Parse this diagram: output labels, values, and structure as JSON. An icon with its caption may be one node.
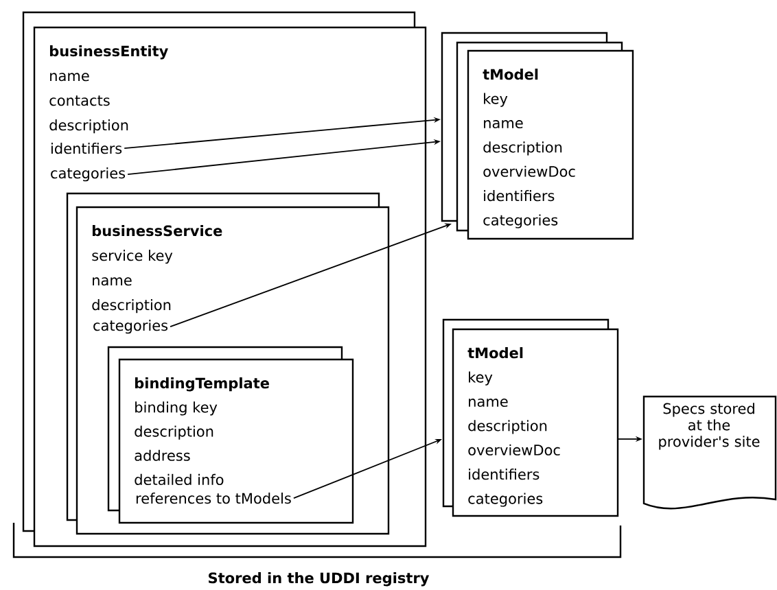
{
  "diagram": {
    "nodes": [
      {
        "text": [
          "businessEntity",
          "name",
          "contacts",
          "description"
        ]
      },
      {
        "text": [
          "identifiers"
        ],
        "in": 0
      },
      {
        "text": [
          "categories"
        ],
        "in": 0
      },
      {
        "text": [
          "businessService",
          "service key",
          "name",
          "description"
        ],
        "in": 0
      },
      {
        "text": [
          "categories"
        ],
        "in": 3
      },
      {
        "text": [
          "bindingTemplate",
          "binding key",
          "description",
          "address",
          "detailed info"
        ],
        "in": 3
      },
      {
        "text": [
          "references to tModels"
        ],
        "in": 5
      },
      {
        "text": [
          "tModel",
          "key",
          "name",
          "description",
          "overviewDoc",
          "identifiers",
          "categories"
        ]
      },
      {
        "text": [
          "tModel",
          "key",
          "name",
          "description",
          "overviewDoc",
          "identifiers",
          "categories"
        ]
      },
      {
        "text": [
          "Specs stored at the provider's site"
        ]
      }
    ],
    "edges": [
      {
        "from": 1,
        "to": 7,
        "arrow": "to"
      },
      {
        "from": 2,
        "to": 7,
        "arrow": "to"
      },
      {
        "from": 4,
        "to": 7,
        "arrow": "to"
      },
      {
        "from": 6,
        "to": 8,
        "arrow": "to"
      },
      {
        "from": 8,
        "to": 9,
        "arrow": "to"
      }
    ],
    "labels": [
      "Stored in the UDDI registry"
    ]
  }
}
